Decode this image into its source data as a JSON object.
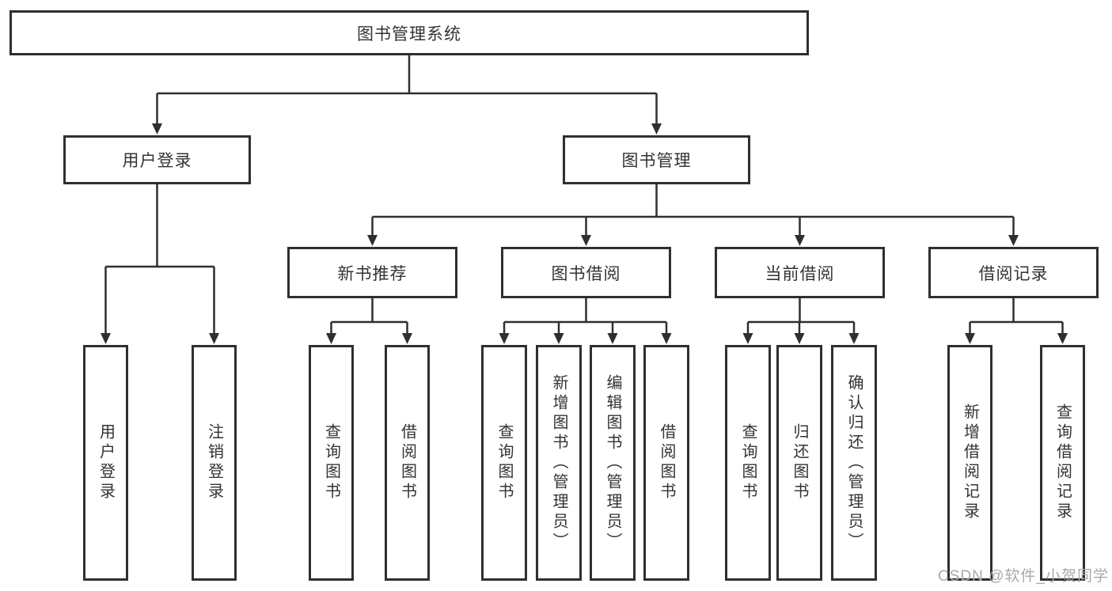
{
  "root": {
    "label": "图书管理系统"
  },
  "level2": [
    {
      "label": "用户登录"
    },
    {
      "label": "图书管理"
    }
  ],
  "level3": [
    {
      "label": "新书推荐"
    },
    {
      "label": "图书借阅"
    },
    {
      "label": "当前借阅"
    },
    {
      "label": "借阅记录"
    }
  ],
  "leaves": {
    "user_login": [
      {
        "label": "用户登录"
      },
      {
        "label": "注销登录"
      }
    ],
    "new_book": [
      {
        "label": "查询图书"
      },
      {
        "label": "借阅图书"
      }
    ],
    "book_borrow": [
      {
        "label": "查询图书"
      },
      {
        "label": "新增图书（管理员）"
      },
      {
        "label": "编辑图书（管理员）"
      },
      {
        "label": "借阅图书"
      }
    ],
    "current_borrow": [
      {
        "label": "查询图书"
      },
      {
        "label": "归还图书"
      },
      {
        "label": "确认归还（管理员）"
      }
    ],
    "borrow_records": [
      {
        "label": "新增借阅记录"
      },
      {
        "label": "查询借阅记录"
      }
    ]
  },
  "watermark": "CSDN @软件_小贺同学",
  "colors": {
    "line": "#2f2f2f",
    "text": "#333333",
    "watermark": "#a9a9a9",
    "background": "#ffffff"
  }
}
